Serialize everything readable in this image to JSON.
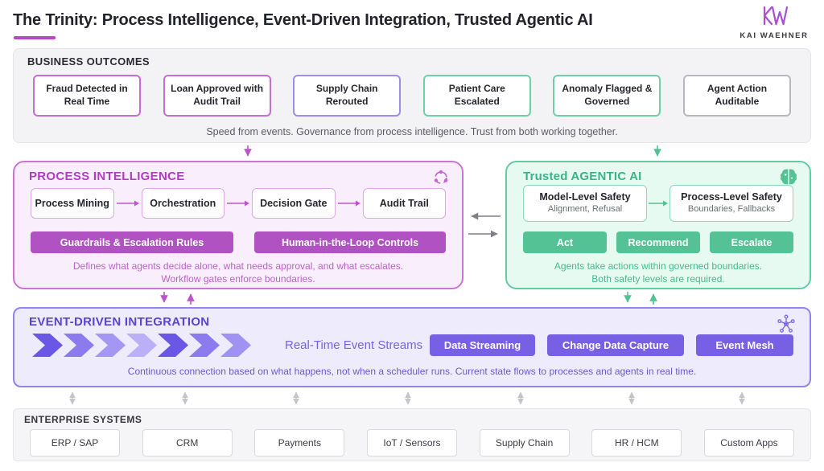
{
  "colors": {
    "magenta": "#b846c6",
    "magenta-soft": "#cb74d6",
    "magenta-fill": "#b152c2",
    "magenta-bg": "#f9eefb",
    "teal": "#45b58a",
    "teal-fill": "#54c294",
    "teal-bg": "#e7faf1",
    "purple": "#5b43d4",
    "purple-soft": "#9283ea",
    "purple-fill": "#7760e3",
    "purple-bg": "#edebfc",
    "panel-gray": "#f3f3f6",
    "ink": "#23232c"
  },
  "header": {
    "title": "The Trinity: Process Intelligence, Event-Driven Integration, Trusted Agentic AI",
    "logo": {
      "monogram": "KW",
      "name": "KAI WAEHNER"
    }
  },
  "business_outcomes": {
    "label": "BUSINESS OUTCOMES",
    "cards": [
      {
        "label": "Fraud Detected in Real Time",
        "accent": "magenta"
      },
      {
        "label": "Loan Approved with Audit Trail",
        "accent": "magenta"
      },
      {
        "label": "Supply Chain Rerouted",
        "accent": "purple"
      },
      {
        "label": "Patient Care Escalated",
        "accent": "teal"
      },
      {
        "label": "Anomaly Flagged & Governed",
        "accent": "teal"
      },
      {
        "label": "Agent Action Auditable",
        "accent": "gray"
      }
    ],
    "caption": "Speed from events. Governance from process intelligence. Trust from both working together."
  },
  "process_intelligence": {
    "title": "PROCESS INTELLIGENCE",
    "icon": "cycle-icon",
    "steps": [
      "Process Mining",
      "Orchestration",
      "Decision Gate",
      "Audit Trail"
    ],
    "controls": [
      "Guardrails & Escalation Rules",
      "Human-in-the-Loop Controls"
    ],
    "caption_line1": "Defines what agents decide alone, what needs approval, and what escalates.",
    "caption_line2": "Workflow gates enforce boundaries."
  },
  "agentic_ai": {
    "title": "Trusted AGENTIC AI",
    "icon": "brain-icon",
    "safety_boxes": [
      {
        "title": "Model-Level Safety",
        "subtitle": "Alignment, Refusal"
      },
      {
        "title": "Process-Level Safety",
        "subtitle": "Boundaries, Fallbacks"
      }
    ],
    "actions": [
      "Act",
      "Recommend",
      "Escalate"
    ],
    "caption_line1": "Agents take actions within governed boundaries.",
    "caption_line2": "Both safety levels are required."
  },
  "event_driven": {
    "title": "EVENT-DRIVEN INTEGRATION",
    "icon": "mesh-icon",
    "stream_label": "Real-Time Event Streams",
    "buttons": [
      "Data Streaming",
      "Change Data Capture",
      "Event Mesh"
    ],
    "caption": "Continuous connection based on what happens, not when a scheduler runs. Current state flows to processes and agents in real time."
  },
  "enterprise_systems": {
    "label": "ENTERPRISE SYSTEMS",
    "systems": [
      "ERP / SAP",
      "CRM",
      "Payments",
      "IoT / Sensors",
      "Supply Chain",
      "HR / HCM",
      "Custom Apps"
    ]
  }
}
